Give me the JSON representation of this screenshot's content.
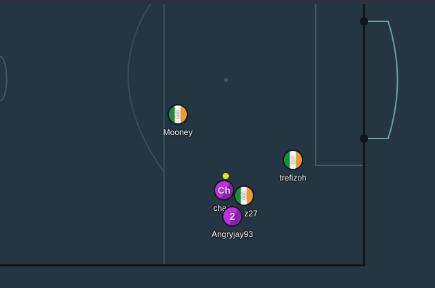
{
  "players": [
    {
      "id": "mooney",
      "number": "2",
      "name": "Mooney",
      "team": "ireland"
    },
    {
      "id": "trefizoh",
      "number": "1",
      "name": "trefizoh",
      "team": "ireland"
    },
    {
      "id": "ch",
      "number": "Ch",
      "name": "cha",
      "team": "purple"
    },
    {
      "id": "irl3",
      "number": "3",
      "name": "z27",
      "team": "ireland"
    },
    {
      "id": "angryjay",
      "number": "2",
      "name": "Angryjay93",
      "team": "purple"
    }
  ],
  "colors": {
    "pitch": "#243641",
    "lines": "#3c5560",
    "goal": "#6aa3a0",
    "ireland_green": "#1e8a3c",
    "ireland_white": "#f4f4f4",
    "ireland_orange": "#f39a2a",
    "purple_light": "#c030e0",
    "purple_dark": "#8a1fb0",
    "ball": "#e6e600"
  }
}
